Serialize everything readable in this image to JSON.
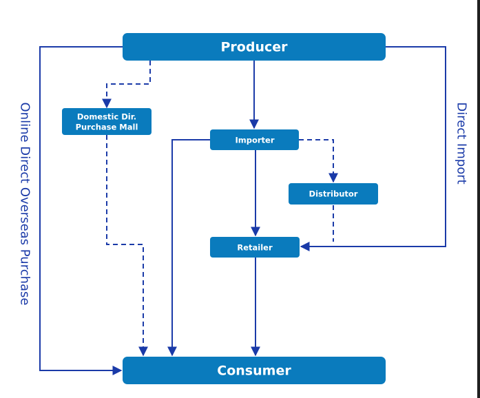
{
  "nodes": {
    "producer": "Producer",
    "domestic_mall_line1": "Domestic Dir.",
    "domestic_mall_line2": "Purchase Mall",
    "importer": "Importer",
    "distributor": "Distributor",
    "retailer": "Retailer",
    "consumer": "Consumer"
  },
  "side_labels": {
    "left": "Online Direct Overseas Purchase",
    "right": "Direct Import"
  },
  "colors": {
    "node_fill": "#0a7bbd",
    "edge": "#1a3aa8",
    "label_text": "#ffffff"
  },
  "edges": [
    {
      "from": "Producer",
      "to": "Consumer",
      "style": "solid",
      "label": "Online Direct Overseas Purchase"
    },
    {
      "from": "Producer",
      "to": "Domestic Dir. Purchase Mall",
      "style": "dashed"
    },
    {
      "from": "Producer",
      "to": "Importer",
      "style": "solid"
    },
    {
      "from": "Producer",
      "to": "Retailer",
      "style": "solid",
      "label": "Direct Import"
    },
    {
      "from": "Domestic Dir. Purchase Mall",
      "to": "Consumer",
      "style": "dashed"
    },
    {
      "from": "Importer",
      "to": "Consumer",
      "style": "solid"
    },
    {
      "from": "Importer",
      "to": "Distributor",
      "style": "dashed"
    },
    {
      "from": "Importer",
      "to": "Retailer",
      "style": "solid"
    },
    {
      "from": "Distributor",
      "to": "Retailer",
      "style": "dashed"
    },
    {
      "from": "Retailer",
      "to": "Consumer",
      "style": "solid"
    }
  ]
}
